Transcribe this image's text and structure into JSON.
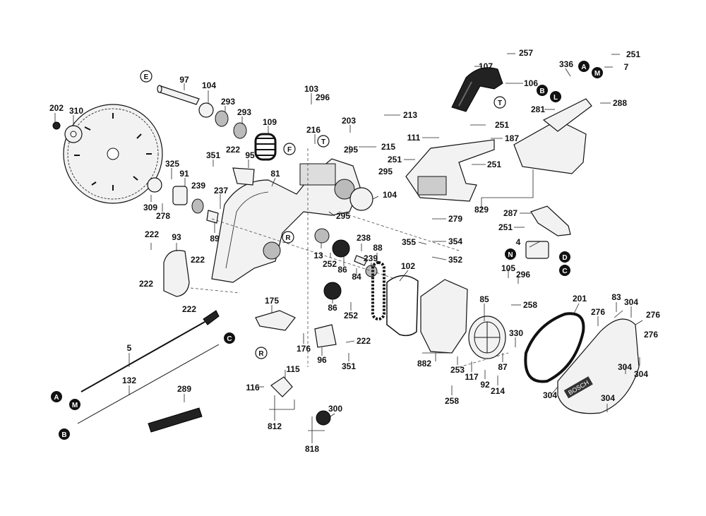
{
  "part_numbers": [
    "97",
    "104",
    "293",
    "293",
    "109",
    "202",
    "310",
    "222",
    "95",
    "351",
    "325",
    "91",
    "239",
    "309",
    "278",
    "237",
    "89",
    "81",
    "103",
    "296",
    "203",
    "216",
    "295",
    "213",
    "215",
    "295",
    "104",
    "295",
    "93",
    "222",
    "222",
    "222",
    "222",
    "107",
    "257",
    "336",
    "251",
    "7",
    "106",
    "281",
    "288",
    "111",
    "251",
    "187",
    "251",
    "251",
    "829",
    "287",
    "251",
    "279",
    "354",
    "355",
    "352",
    "4",
    "105",
    "296",
    "258",
    "13",
    "252",
    "86",
    "238",
    "88",
    "84",
    "239",
    "102",
    "86",
    "252",
    "175",
    "176",
    "222",
    "96",
    "351",
    "85",
    "330",
    "87",
    "253",
    "117",
    "92",
    "214",
    "882",
    "258",
    "5",
    "132",
    "289",
    "115",
    "116",
    "812",
    "300",
    "818",
    "201",
    "276",
    "83",
    "304",
    "276",
    "304",
    "304",
    "304",
    "276",
    "304"
  ],
  "callouts": {
    "E": "E",
    "F": "F",
    "T": "T",
    "R": "R",
    "A": "A",
    "M": "M",
    "B": "B",
    "L": "L",
    "N": "N",
    "D": "D",
    "C": "C"
  },
  "brand_text": "BOSCH",
  "colors": {
    "line": "#222222",
    "fill": "#f2f2f2",
    "dark": "#222222",
    "background": "#ffffff"
  }
}
